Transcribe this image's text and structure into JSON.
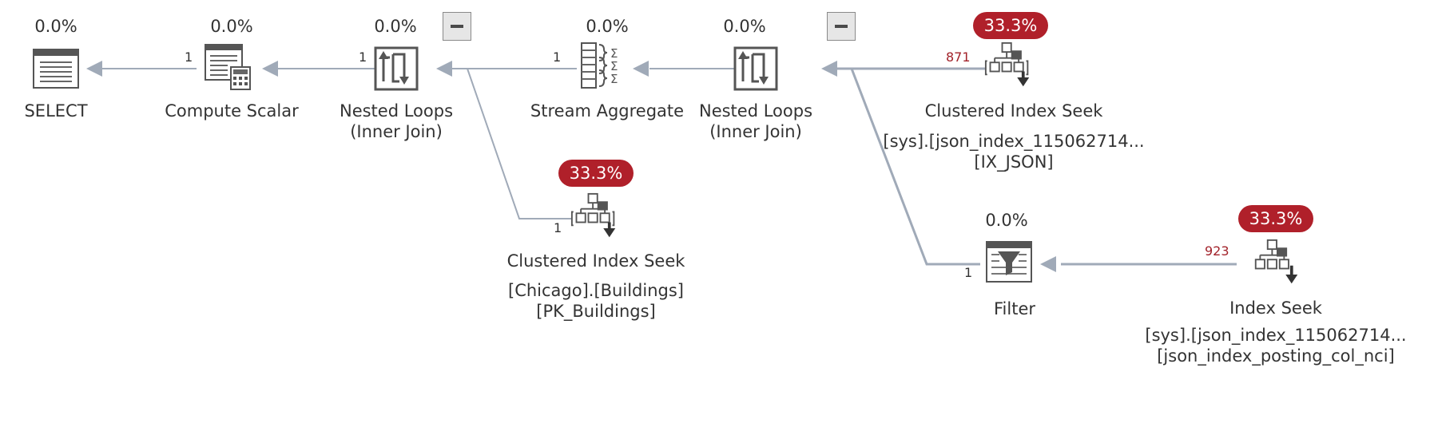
{
  "colors": {
    "edge": "#a0aab8",
    "hot_badge": "#b0202a",
    "row_count_red": "#a2222a"
  },
  "nodes": {
    "select": {
      "title": "SELECT",
      "cost": "0.0%",
      "icon": "select-icon"
    },
    "compute_scalar": {
      "title": "Compute Scalar",
      "cost": "0.0%",
      "icon": "compute-scalar-icon"
    },
    "nested_loops_1": {
      "title": "Nested Loops",
      "subtitle": "(Inner Join)",
      "cost": "0.0%",
      "icon": "nested-loops-icon"
    },
    "stream_aggregate": {
      "title": "Stream Aggregate",
      "cost": "0.0%",
      "icon": "stream-aggregate-icon"
    },
    "nested_loops_2": {
      "title": "Nested Loops",
      "subtitle": "(Inner Join)",
      "cost": "0.0%",
      "icon": "nested-loops-icon"
    },
    "clustered_seek_json": {
      "title": "Clustered Index Seek",
      "object": "[sys].[json_index_115062714...",
      "index": "[IX_JSON]",
      "cost": "33.3%",
      "icon": "clustered-index-seek-icon"
    },
    "clustered_seek_buildings": {
      "title": "Clustered Index Seek",
      "object": "[Chicago].[Buildings]",
      "index": "[PK_Buildings]",
      "cost": "33.3%",
      "icon": "clustered-index-seek-icon"
    },
    "filter": {
      "title": "Filter",
      "cost": "0.0%",
      "icon": "filter-icon"
    },
    "index_seek": {
      "title": "Index Seek",
      "object": "[sys].[json_index_115062714...",
      "index": "[json_index_posting_col_nci]",
      "cost": "33.3%",
      "icon": "index-seek-icon"
    }
  },
  "edges": {
    "compute_to_select": "1",
    "nl1_to_compute": "1",
    "agg_to_nl1": "1",
    "buildings_to_nl1": "1",
    "nl2_to_agg": "1",
    "json_to_nl2": "871",
    "filter_to_nl2": "1",
    "seek_to_filter": "923"
  },
  "controls": {
    "collapse_nl1": "collapse-icon",
    "collapse_nl2": "collapse-icon"
  }
}
